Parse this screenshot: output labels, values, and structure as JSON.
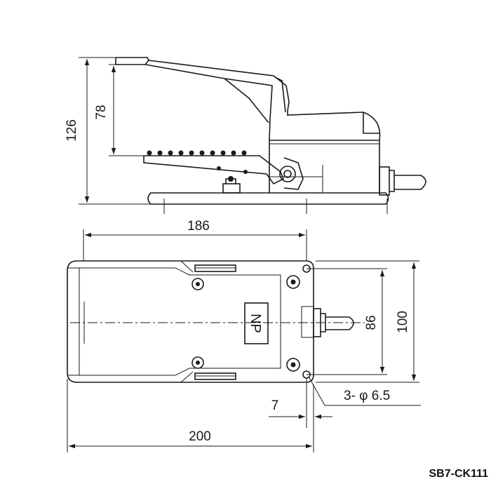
{
  "dimensions": {
    "overall_height": "126",
    "pedal_height": "78",
    "pedal_length": "186",
    "hole_spacing": "86",
    "base_width": "100",
    "holes": "3- φ 6.5",
    "edge_offset": "7",
    "base_length": "200"
  },
  "np_label": "NP",
  "model": "SB7-CK111",
  "colors": {
    "line": "#1a1a1a",
    "background": "#ffffff"
  }
}
